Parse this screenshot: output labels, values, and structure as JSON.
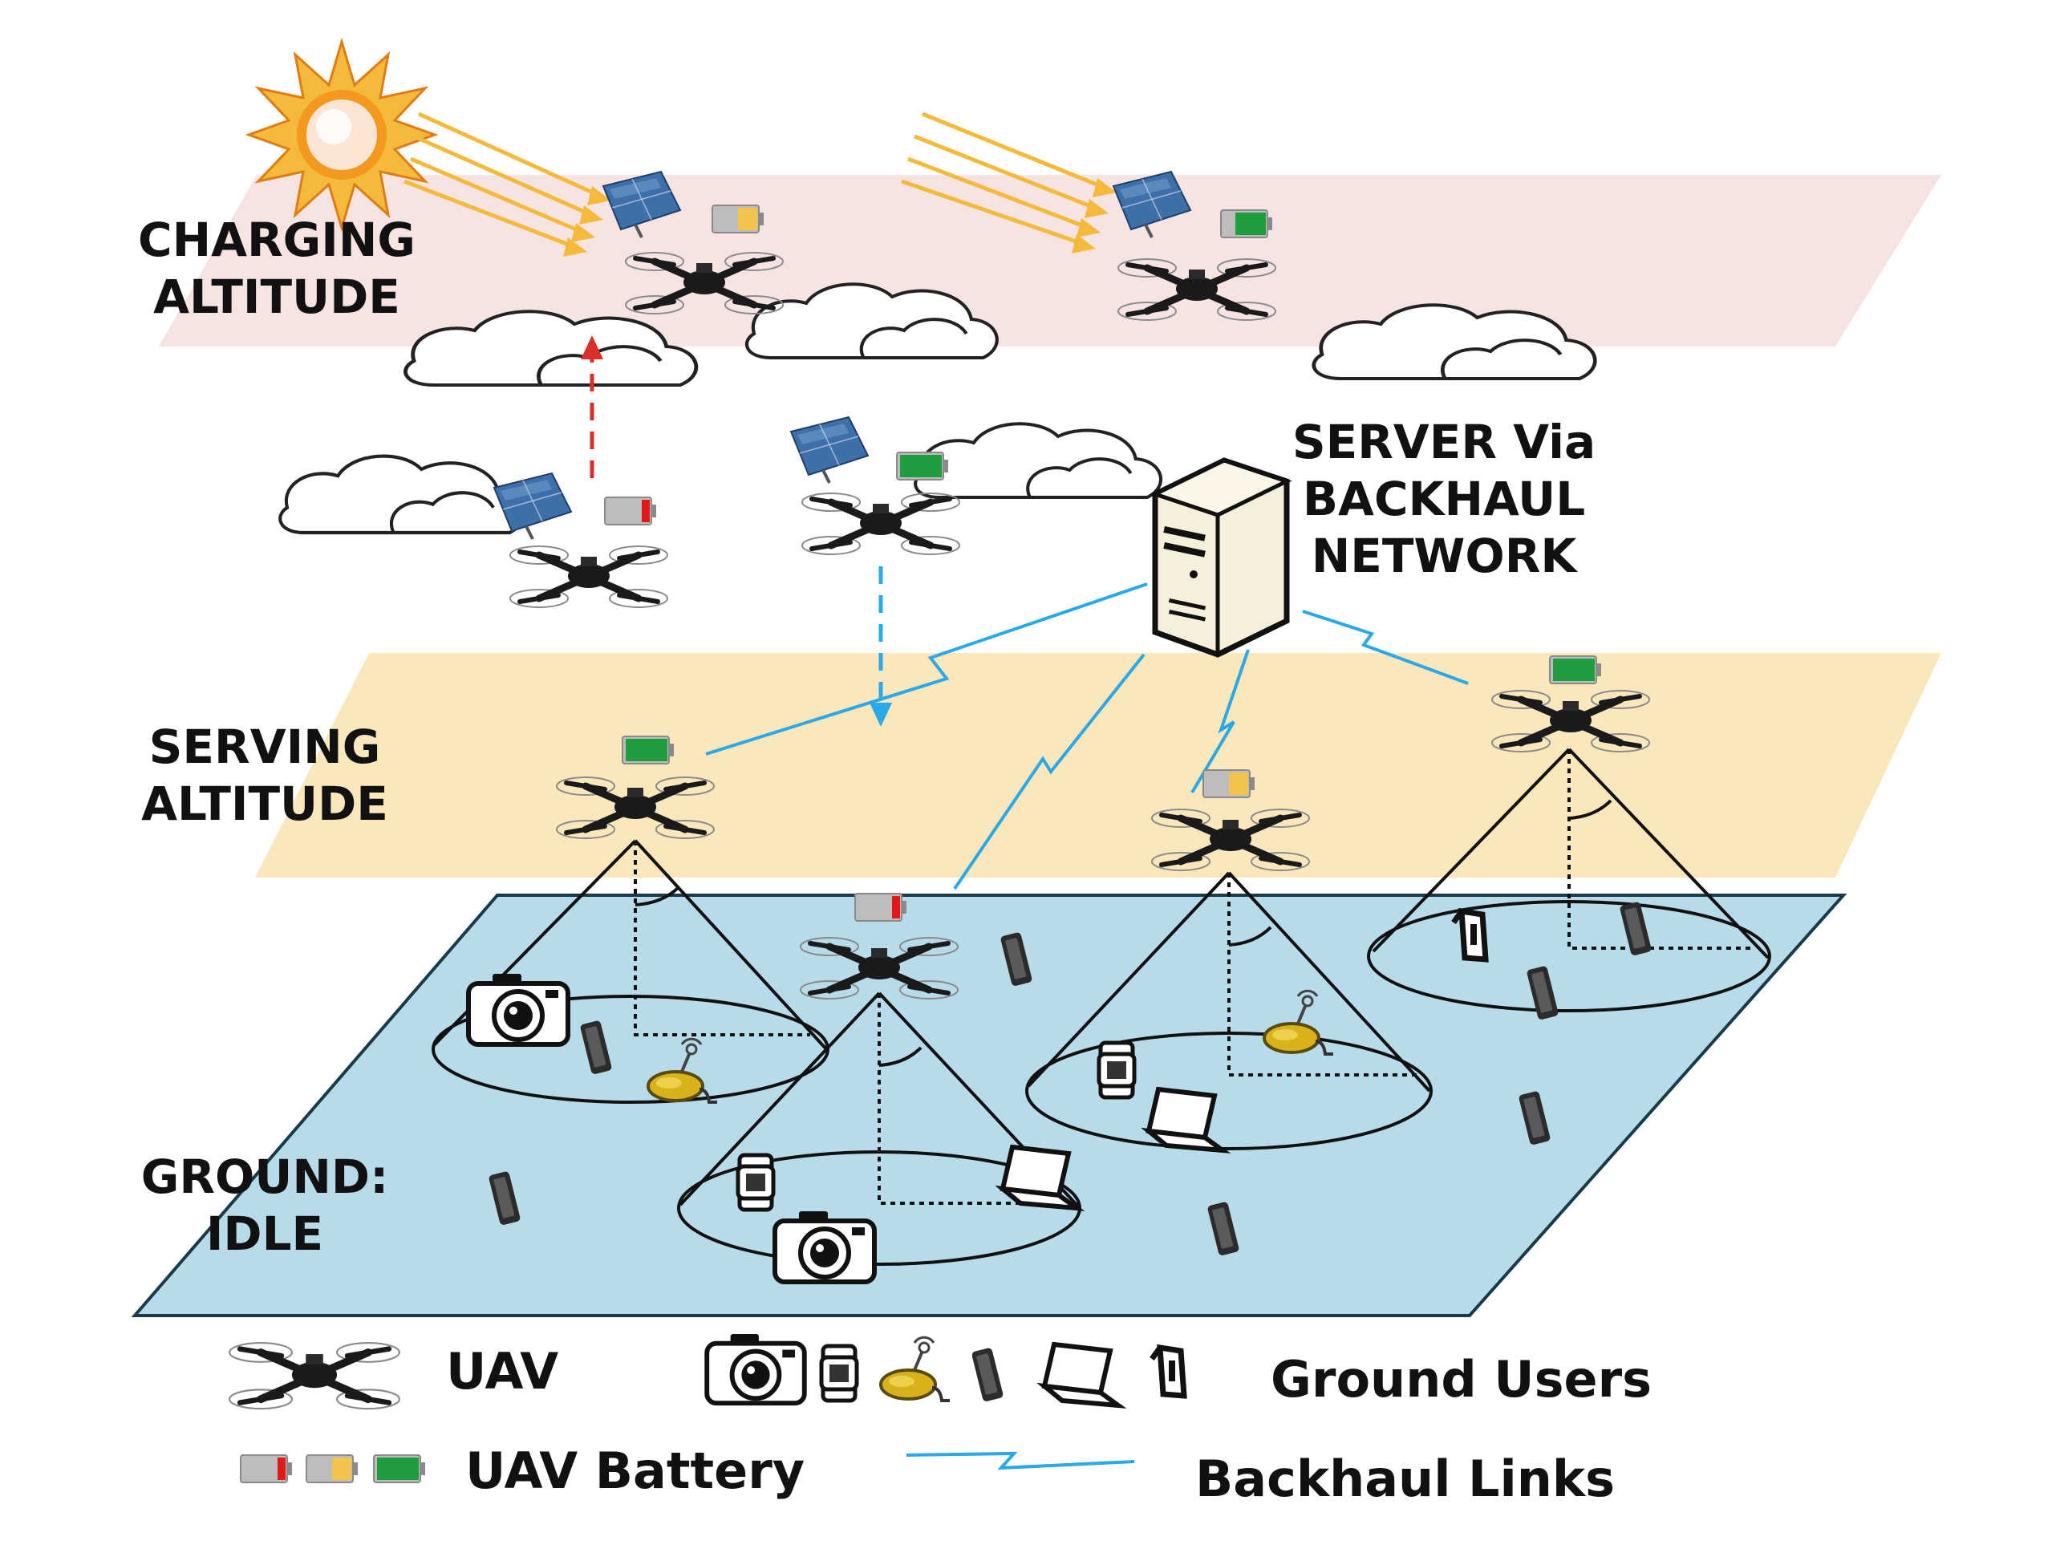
{
  "labels": {
    "charging_altitude": "CHARGING\nALTITUDE",
    "serving_altitude": "SERVING\nALTITUDE",
    "ground_idle": "GROUND:\nIDLE",
    "server": "SERVER Via\nBACKHAUL\nNETWORK"
  },
  "legend": {
    "uav": "UAV",
    "ground_users": "Ground Users",
    "uav_battery": "UAV Battery",
    "backhaul_links": "Backhaul Links"
  },
  "colors": {
    "charging_band": "#f6e4e2",
    "serving_band": "#fae7bc",
    "ground_plane": "#b7dbe8",
    "sun": "#f39a1e",
    "sun_ray": "#f5b93b",
    "backhaul_link": "#2aa8e8",
    "battery_full": "#1e9e3e",
    "battery_half": "#f2c44a",
    "battery_low": "#e11919",
    "ascend_arrow": "#d9302a",
    "descend_arrow": "#2aa8e8",
    "solar_panel": "#3e6fa8"
  },
  "icons": [
    "sun-icon",
    "solar-panel-icon",
    "uav-icon",
    "battery-icon",
    "cloud-icon",
    "server-icon",
    "camera-icon",
    "smartwatch-icon",
    "camera-sensor-icon",
    "smartphone-icon",
    "laptop-icon",
    "tablet-icon"
  ]
}
